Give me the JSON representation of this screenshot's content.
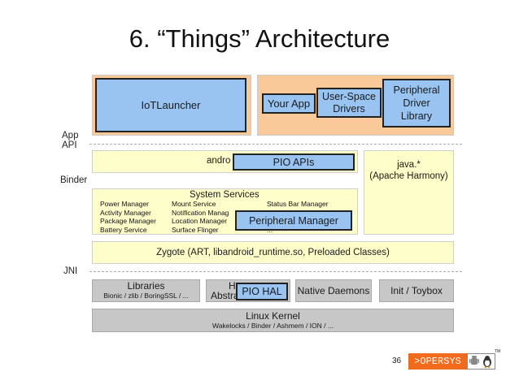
{
  "slide": {
    "title": "6. “Things” Architecture",
    "page_number": "36"
  },
  "layers": {
    "iot_launcher": "IoTLauncher",
    "your_app": "Your App",
    "user_space_drivers": [
      "User-Space",
      "Drivers"
    ],
    "peripheral_driver_library": [
      "Peripheral",
      "Driver",
      "Library"
    ],
    "app_api_label": [
      "App",
      "API"
    ],
    "binder_label": "Binder",
    "jni_label": "JNI",
    "android_partial": "andro",
    "pio_apis": "PIO APIs",
    "java": [
      "java.*",
      "(Apache Harmony)"
    ],
    "system_services": {
      "title": "System Services",
      "col1": [
        "Power Manager",
        "Activity Manager",
        "Package Manager",
        "Battery Service"
      ],
      "col2": [
        "Mount Service",
        "Notification Manag",
        "Location Manager",
        "Surface Flinger"
      ],
      "col3": [
        "Status Bar Manager",
        "",
        "",
        "..."
      ]
    },
    "peripheral_manager": "Peripheral Manager",
    "zygote": "Zygote (ART, libandroid_runtime.so, Preloaded Classes)",
    "libraries": {
      "title": "Libraries",
      "sub": "Bionic / zlib / BoringSSL / ..."
    },
    "hal_partial": [
      "H",
      "Abstra"
    ],
    "pio_hal": "PIO HAL",
    "native_daemons": "Native Daemons",
    "init_toybox": "Init / Toybox",
    "kernel": {
      "title": "Linux Kernel",
      "sub": "Wakelocks / Binder / Ashmem / ION / ..."
    }
  },
  "logo": {
    "text": ">OPERSYS",
    "tm": "TM"
  },
  "colors": {
    "orange": "#f9c999",
    "blue": "#99c4f2",
    "yellow": "#fefecb",
    "grey": "#c7c7c7",
    "logo_orange": "#f26a1b"
  }
}
